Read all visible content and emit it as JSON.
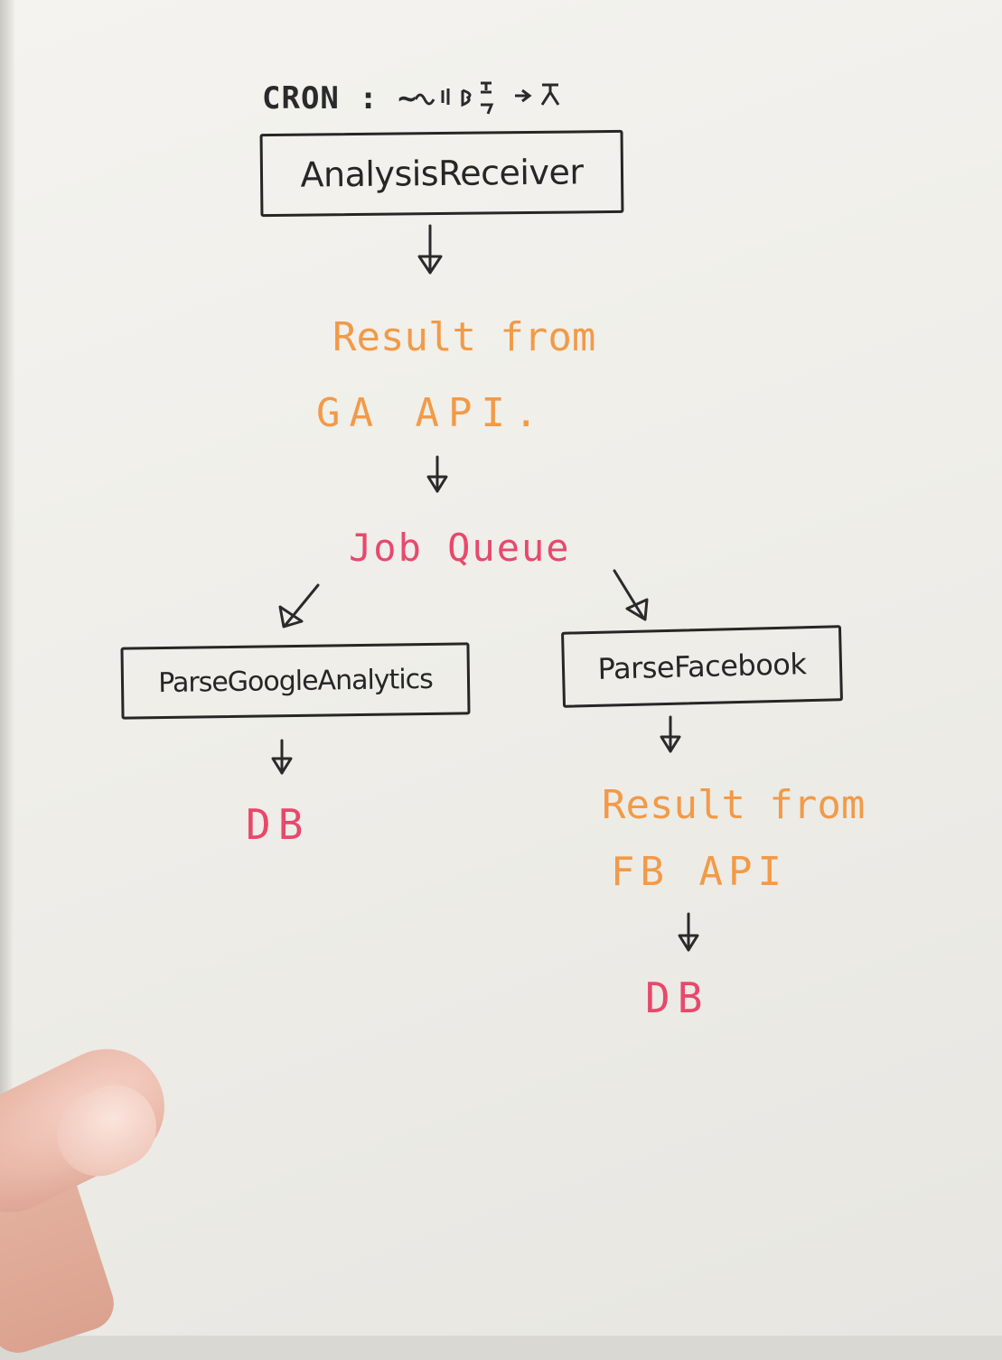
{
  "diagram": {
    "cron_label": "CRON : ~",
    "nodes": {
      "analysis_receiver": "AnalysisReceiver",
      "result_ga_line1": "Result from",
      "result_ga_line2": "GA API.",
      "job_queue": "Job Queue",
      "parse_google": "ParseGoogleAnalytics",
      "parse_facebook": "ParseFacebook",
      "db_left": "DB",
      "result_fb_line1": "Result from",
      "result_fb_line2": "FB API",
      "db_right": "DB"
    },
    "colors": {
      "ink": "#262626",
      "result": "#f29a48",
      "queue_db": "#e8486c"
    }
  }
}
